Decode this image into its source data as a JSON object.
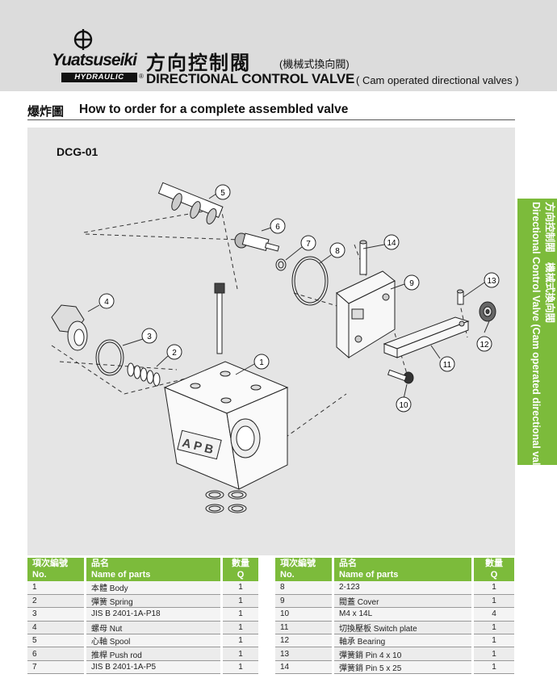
{
  "header": {
    "brand": "Yuatsuseiki",
    "brand_sub": "HYDRAULIC",
    "reg_mark": "®",
    "title_zh": "方向控制閥",
    "title_zh_sub": "(機械式換向閥)",
    "title_en": "DIRECTIONAL CONTROL VALVE",
    "title_en_sub": "( Cam operated directional valves )"
  },
  "section": {
    "label_zh": "爆炸圖",
    "label_en": "How to order for a complete assembled valve"
  },
  "side_tab": {
    "line1": "方向控制閥　機械式換向閥",
    "line2": "Directional Control Valve (Cam operated directional valves)"
  },
  "diagram": {
    "model": "DCG-01",
    "body_marking": "A P B",
    "callouts": [
      "1",
      "2",
      "3",
      "4",
      "5",
      "6",
      "7",
      "8",
      "9",
      "10",
      "11",
      "12",
      "13",
      "14"
    ]
  },
  "parts_table": {
    "headers": {
      "no_zh": "項次編號",
      "no_en": "No.",
      "name_zh": "品名",
      "name_en": "Name of parts",
      "qty_zh": "數量",
      "qty_en": "Q"
    },
    "left": [
      {
        "no": "1",
        "name": "本體 Body",
        "qty": "1"
      },
      {
        "no": "2",
        "name": "彈簧 Spring",
        "qty": "1"
      },
      {
        "no": "3",
        "name": "JIS B 2401-1A-P18",
        "qty": "1"
      },
      {
        "no": "4",
        "name": "螺母 Nut",
        "qty": "1"
      },
      {
        "no": "5",
        "name": "心軸 Spool",
        "qty": "1"
      },
      {
        "no": "6",
        "name": "推桿 Push rod",
        "qty": "1"
      },
      {
        "no": "7",
        "name": "JIS B 2401-1A-P5",
        "qty": "1"
      }
    ],
    "right": [
      {
        "no": "8",
        "name": "2-123",
        "qty": "1"
      },
      {
        "no": "9",
        "name": "閥蓋 Cover",
        "qty": "1"
      },
      {
        "no": "10",
        "name": "M4 x 14L",
        "qty": "4"
      },
      {
        "no": "11",
        "name": "切換壓板 Switch plate",
        "qty": "1"
      },
      {
        "no": "12",
        "name": "軸承 Bearing",
        "qty": "1"
      },
      {
        "no": "13",
        "name": "彈簧銷 Pin 4 x 10",
        "qty": "1"
      },
      {
        "no": "14",
        "name": "彈簧銷 Pin 5 x 25",
        "qty": "1"
      }
    ]
  },
  "colors": {
    "accent_green": "#7cbb3b",
    "header_gray": "#dcdcdc",
    "panel_gray": "#e5e5e5"
  }
}
